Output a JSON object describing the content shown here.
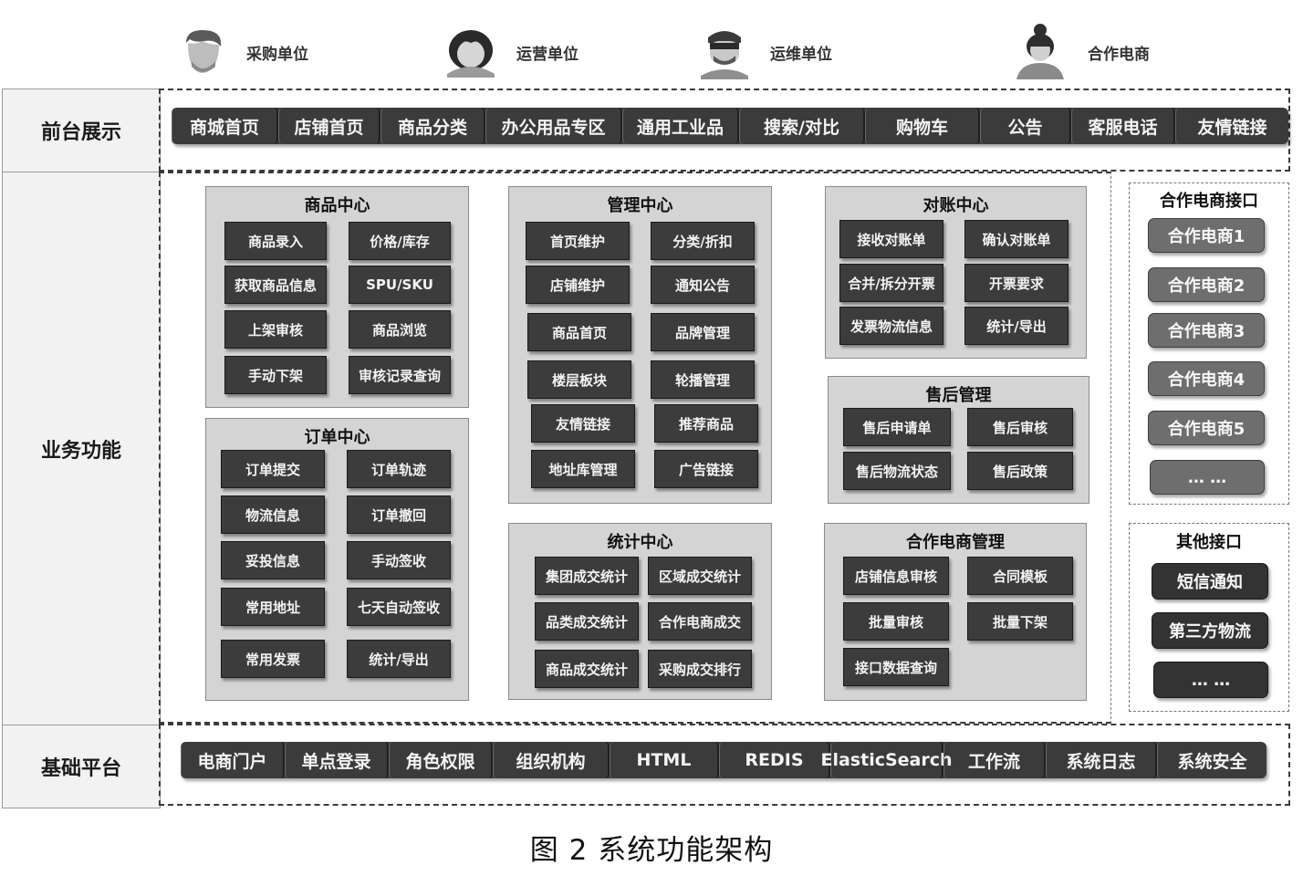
{
  "roles": [
    "采购单位",
    "运营单位",
    "运维单位",
    "合作电商"
  ],
  "icons": [
    "buyer-avatar-icon",
    "operator-avatar-icon",
    "maintainer-avatar-icon",
    "partner-avatar-icon"
  ],
  "frontend": {
    "label": "前台展示",
    "items": [
      "商城首页",
      "店铺首页",
      "商品分类",
      "办公用品专区",
      "通用工业品",
      "搜索/对比",
      "购物车",
      "公告",
      "客服电话",
      "友情链接"
    ]
  },
  "business": {
    "label": "业务功能",
    "goods_center": {
      "title": "商品中心",
      "items": [
        "商品录入",
        "价格/库存",
        "获取商品信息",
        "SPU/SKU",
        "上架审核",
        "商品浏览",
        "手动下架",
        "审核记录查询"
      ]
    },
    "order_center": {
      "title": "订单中心",
      "items": [
        "订单提交",
        "订单轨迹",
        "物流信息",
        "订单撤回",
        "妥投信息",
        "手动签收",
        "常用地址",
        "七天自动签收",
        "常用发票",
        "统计/导出"
      ]
    },
    "manage_center": {
      "title": "管理中心",
      "items": [
        "首页维护",
        "分类/折扣",
        "店铺维护",
        "通知公告",
        "商品首页",
        "品牌管理",
        "楼层板块",
        "轮播管理",
        "友情链接",
        "推荐商品",
        "地址库管理",
        "广告链接"
      ]
    },
    "stats_center": {
      "title": "统计中心",
      "items": [
        "集团成交统计",
        "区域成交统计",
        "品类成交统计",
        "合作电商成交",
        "商品成交统计",
        "采购成交排行"
      ]
    },
    "recon_center": {
      "title": "对账中心",
      "items": [
        "接收对账单",
        "确认对账单",
        "合并/拆分开票",
        "开票要求",
        "发票物流信息",
        "统计/导出"
      ]
    },
    "aftersale": {
      "title": "售后管理",
      "items": [
        "售后申请单",
        "售后审核",
        "售后物流状态",
        "售后政策"
      ]
    },
    "partner_manage": {
      "title": "合作电商管理",
      "items": [
        "店铺信息审核",
        "合同模板",
        "批量审核",
        "批量下架",
        "接口数据查询"
      ]
    },
    "partner_api": {
      "title": "合作电商接口",
      "items": [
        "合作电商1",
        "合作电商2",
        "合作电商3",
        "合作电商4",
        "合作电商5",
        "… …"
      ]
    },
    "other_api": {
      "title": "其他接口",
      "items": [
        "短信通知",
        "第三方物流",
        "… …"
      ]
    }
  },
  "platform": {
    "label": "基础平台",
    "items": [
      "电商门户",
      "单点登录",
      "角色权限",
      "组织机构",
      "HTML",
      "REDIS",
      "ElasticSearch",
      "工作流",
      "系统日志",
      "系统安全"
    ]
  },
  "caption": "图 2   系统功能架构"
}
